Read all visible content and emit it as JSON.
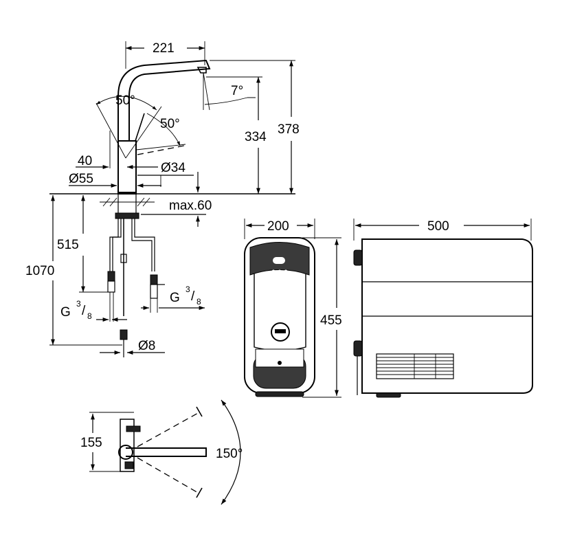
{
  "dimensions": {
    "spout_reach": "221",
    "spout_angle": "7°",
    "height_334": "334",
    "height_378": "378",
    "lever_angle_left": "50°",
    "lever_angle_right": "50°",
    "lever_offset": "40",
    "base_diameter": "Ø55",
    "hole_diameter": "Ø34",
    "max_thickness": "max.60",
    "hose_515": "515",
    "hose_1070": "1070",
    "thread_left": "G",
    "thread_right": "G",
    "thread_num": "3",
    "thread_den": "8",
    "pipe_diameter": "Ø8",
    "chiller_width": "200",
    "chiller_depth": "500",
    "chiller_height": "455",
    "swivel_height": "155",
    "swivel_angle": "150°"
  }
}
